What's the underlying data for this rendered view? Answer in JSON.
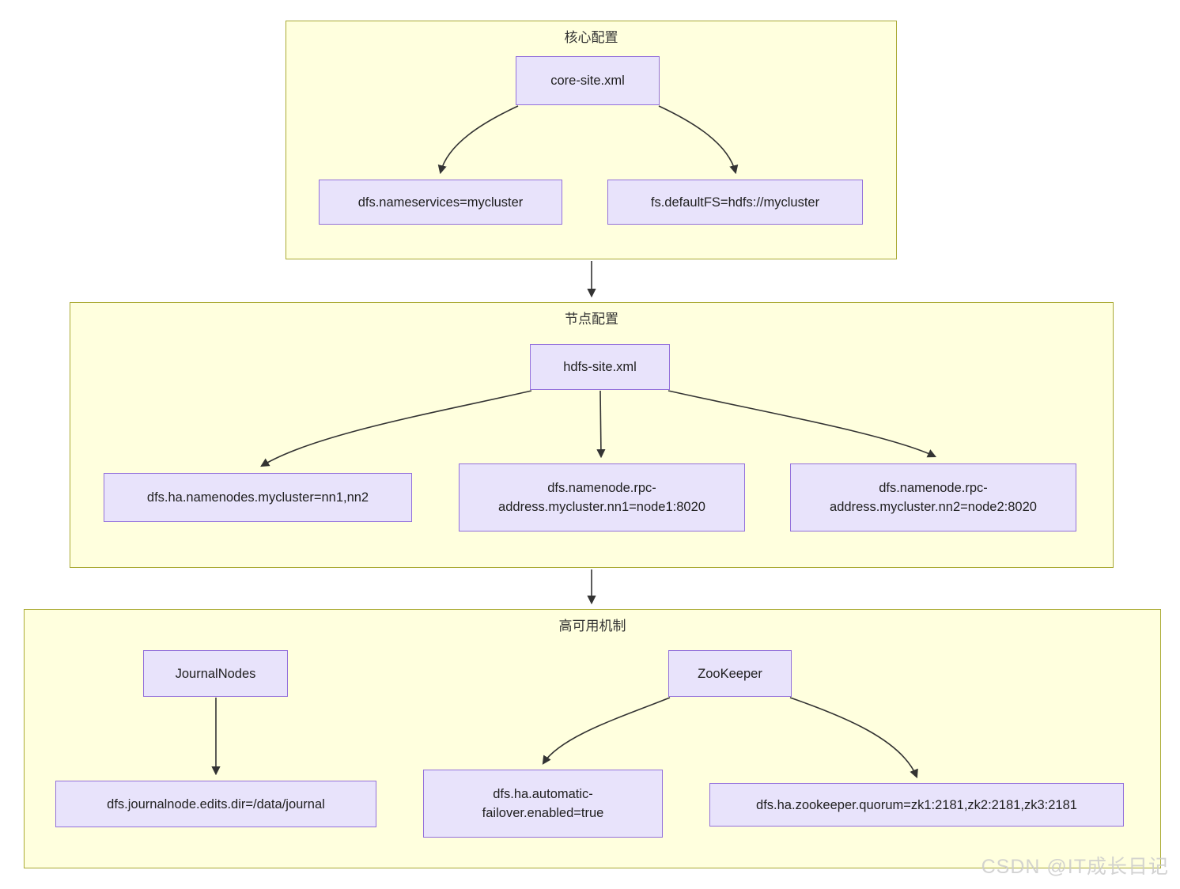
{
  "diagram": {
    "type": "flowchart",
    "direction": "top-down",
    "background_color": "#ffffff",
    "cluster_fill": "#ffffde",
    "cluster_stroke": "#aaaa33",
    "node_fill": "#e8e3fb",
    "node_stroke": "#9370db",
    "edge_stroke": "#333333"
  },
  "clusters": [
    {
      "id": "core",
      "title": "核心配置",
      "nodes": [
        {
          "id": "core-site",
          "label": "core-site.xml"
        },
        {
          "id": "nameservices",
          "label": "dfs.nameservices=mycluster"
        },
        {
          "id": "defaultfs",
          "label": "fs.defaultFS=hdfs://mycluster"
        }
      ]
    },
    {
      "id": "nodecfg",
      "title": "节点配置",
      "nodes": [
        {
          "id": "hdfs-site",
          "label": "hdfs-site.xml"
        },
        {
          "id": "ha-namenodes",
          "label": "dfs.ha.namenodes.mycluster=nn1,nn2"
        },
        {
          "id": "rpc-nn1",
          "label1": "dfs.namenode.rpc-",
          "label2": "address.mycluster.nn1=node1:8020"
        },
        {
          "id": "rpc-nn2",
          "label1": "dfs.namenode.rpc-",
          "label2": "address.mycluster.nn2=node2:8020"
        }
      ]
    },
    {
      "id": "ha",
      "title": "高可用机制",
      "nodes": [
        {
          "id": "journalnodes",
          "label": "JournalNodes"
        },
        {
          "id": "zookeeper",
          "label": "ZooKeeper"
        },
        {
          "id": "journal-dir",
          "label": "dfs.journalnode.edits.dir=/data/journal"
        },
        {
          "id": "auto-failover",
          "label1": "dfs.ha.automatic-",
          "label2": "failover.enabled=true"
        },
        {
          "id": "zk-quorum",
          "label": "dfs.ha.zookeeper.quorum=zk1:2181,zk2:2181,zk3:2181"
        }
      ]
    }
  ],
  "edges": [
    {
      "from": "core-site",
      "to": "nameservices"
    },
    {
      "from": "core-site",
      "to": "defaultfs"
    },
    {
      "from": "core",
      "to": "nodecfg"
    },
    {
      "from": "hdfs-site",
      "to": "ha-namenodes"
    },
    {
      "from": "hdfs-site",
      "to": "rpc-nn1"
    },
    {
      "from": "hdfs-site",
      "to": "rpc-nn2"
    },
    {
      "from": "nodecfg",
      "to": "ha"
    },
    {
      "from": "journalnodes",
      "to": "journal-dir"
    },
    {
      "from": "zookeeper",
      "to": "auto-failover"
    },
    {
      "from": "zookeeper",
      "to": "zk-quorum"
    }
  ],
  "watermark": {
    "text": "CSDN @IT成长日记"
  }
}
